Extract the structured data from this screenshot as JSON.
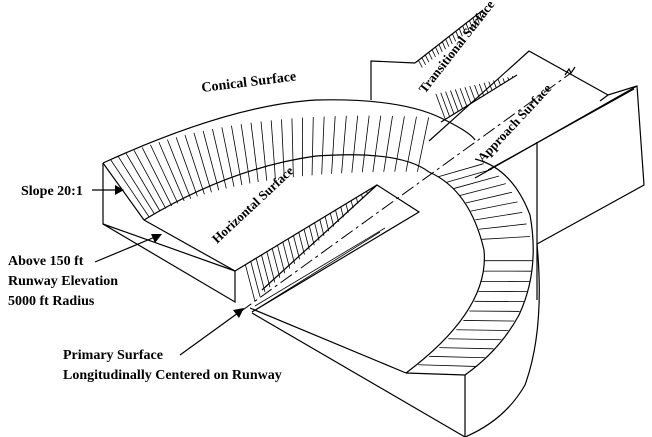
{
  "labels": {
    "conical": "Conical Surface",
    "transitional": "Transitional Surface",
    "approach": "Approach Surface",
    "horizontal": "Horizontal Surface",
    "slope": "Slope 20:1",
    "above_line1": "Above 150 ft",
    "above_line2": "Runway Elevation",
    "above_line3": "5000 ft Radius",
    "primary_line1": "Primary Surface",
    "primary_line2": "Longitudinally Centered on Runway"
  },
  "colors": {
    "line": "#000000",
    "background": "#ffffff"
  }
}
